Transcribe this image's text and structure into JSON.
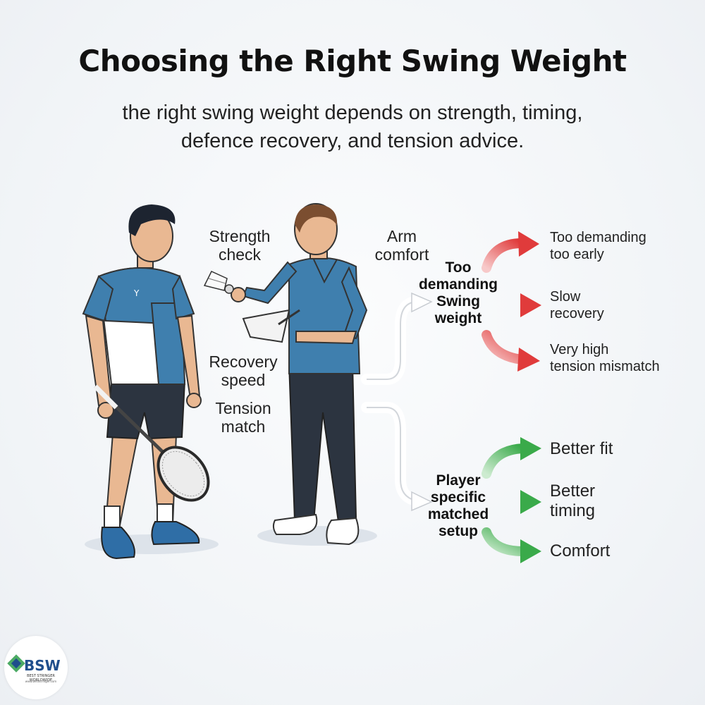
{
  "header": {
    "title": "Choosing the Right Swing Weight",
    "subtitle_line1": "the right swing weight depends on strength, timing,",
    "subtitle_line2": "defence recovery, and tension advice."
  },
  "checks": {
    "strength": [
      "Strength",
      "check"
    ],
    "arm": [
      "Arm",
      "comfort"
    ],
    "recovery": [
      "Recovery",
      "speed"
    ],
    "tension": [
      "Tension",
      "match"
    ]
  },
  "branches": {
    "top": {
      "label": [
        "Too",
        "demanding",
        "Swing",
        "weight"
      ],
      "color": "#e03b3b",
      "outcomes": [
        [
          "Too demanding",
          "too early"
        ],
        [
          "Slow",
          "recovery"
        ],
        [
          "Very high",
          "tension mismatch"
        ]
      ]
    },
    "bottom": {
      "label": [
        "Player",
        "specific",
        "matched",
        "setup"
      ],
      "color": "#3aaa4a",
      "outcomes": [
        [
          "Better fit"
        ],
        [
          "Better",
          "timing"
        ],
        [
          "Comfort"
        ]
      ]
    }
  },
  "logo": {
    "text": "BSW",
    "tagline": "BEST STRINGER WORLDWIDE",
    "url": "www.beststringer.com"
  },
  "colors": {
    "shirt": "#3f7fae",
    "pants": "#2c3440",
    "arrow_red": "#e03b3b",
    "arrow_green": "#3aaa4a"
  }
}
